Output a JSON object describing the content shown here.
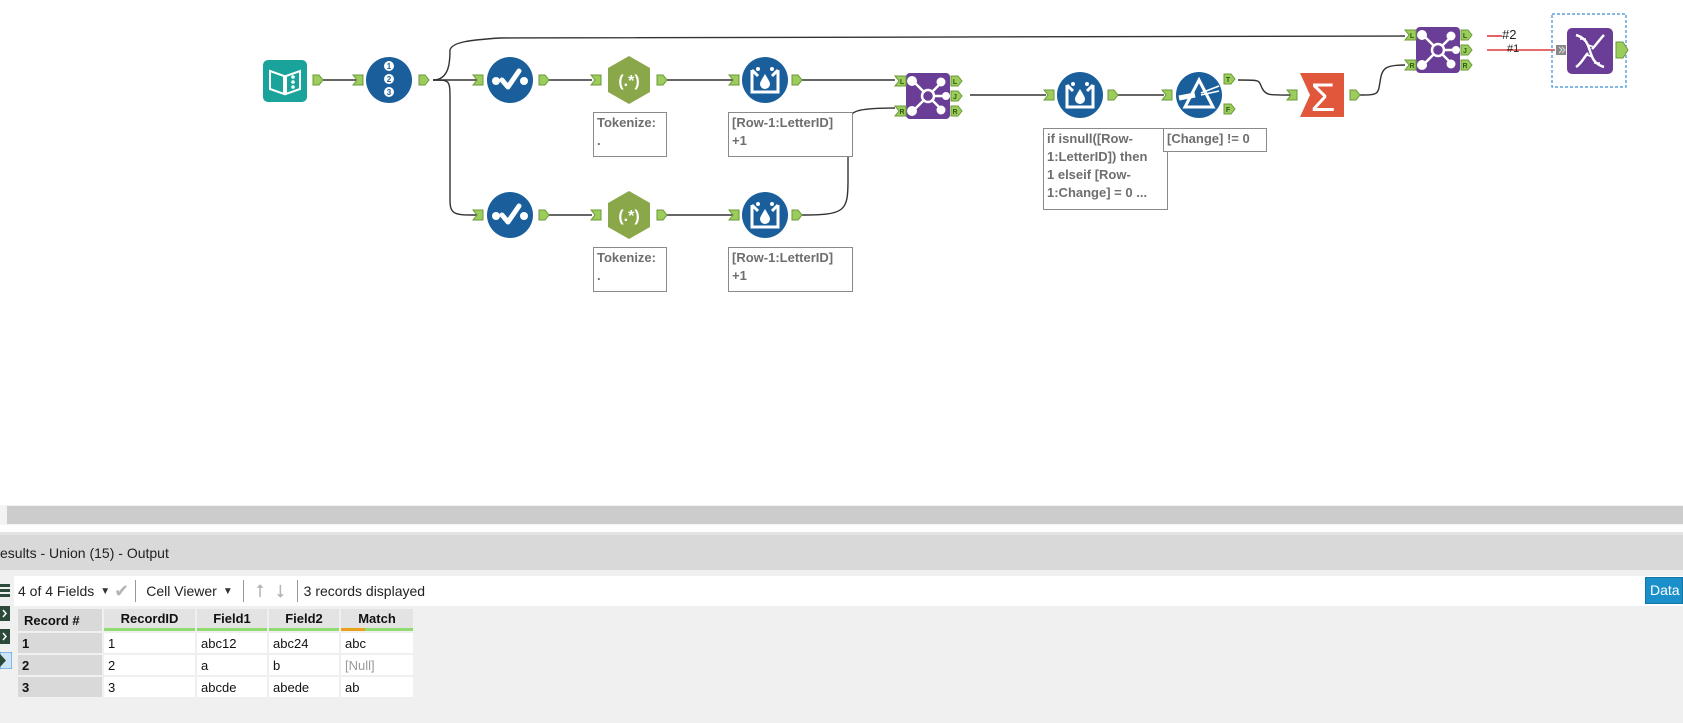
{
  "canvas": {
    "tools": [
      {
        "id": "input",
        "name": "Input Data",
        "icon": "book-icon",
        "color": "#1aa39a"
      },
      {
        "id": "recordid",
        "name": "Record ID",
        "icon": "numbered-list-icon",
        "color": "#1a5f9c"
      },
      {
        "id": "select-top",
        "name": "Select",
        "icon": "check-icon",
        "color": "#1a5f9c"
      },
      {
        "id": "select-bottom",
        "name": "Select",
        "icon": "check-icon",
        "color": "#1a5f9c"
      },
      {
        "id": "regex-top",
        "name": "RegEx",
        "icon": "regex-icon",
        "glyph": "(.*)",
        "color": "#8aa84a"
      },
      {
        "id": "regex-bottom",
        "name": "RegEx",
        "icon": "regex-icon",
        "glyph": "(.*)",
        "color": "#8aa84a"
      },
      {
        "id": "multirow-top",
        "name": "Multi-Row Formula",
        "icon": "multirow-icon",
        "color": "#1a5f9c"
      },
      {
        "id": "multirow-bottom",
        "name": "Multi-Row Formula",
        "icon": "multirow-icon",
        "color": "#1a5f9c"
      },
      {
        "id": "join-1",
        "name": "Join",
        "icon": "join-icon",
        "color": "#6a3d96"
      },
      {
        "id": "multirow-mid",
        "name": "Multi-Row Formula",
        "icon": "multirow-icon",
        "color": "#1a5f9c"
      },
      {
        "id": "filter",
        "name": "Filter",
        "icon": "filter-prism-icon",
        "color": "#1a5f9c"
      },
      {
        "id": "summarize",
        "name": "Summarize",
        "icon": "sigma-icon",
        "glyph": "Σ",
        "color": "#e0573b"
      },
      {
        "id": "join-2",
        "name": "Join",
        "icon": "join-icon",
        "color": "#6a3d96"
      },
      {
        "id": "union",
        "name": "Union",
        "icon": "dna-icon",
        "color": "#6a3d96"
      }
    ],
    "annotations": {
      "regex_top": "Tokenize:\n.",
      "regex_bottom": "Tokenize:\n.",
      "multirow_top": "[Row-1:LetterID]\n+1",
      "multirow_bottom": "[Row-1:LetterID]\n+1",
      "multirow_mid": "if isnull([Row-\n1:LetterID]) then\n1 elseif [Row-\n1:Change] = 0 ...",
      "filter": "[Change] != 0"
    },
    "anchors": {
      "join_in_left": "L",
      "join_in_right": "R",
      "join_out_left": "L",
      "join_out_join": "J",
      "join_out_right": "R",
      "filter_true": "T",
      "filter_false": "F"
    },
    "connection_labels": {
      "first": "#2",
      "second": "#1"
    }
  },
  "results": {
    "title": "esults - Union (15) - Output",
    "toolbar": {
      "fields_label": "4 of 4 Fields",
      "viewer_label": "Cell Viewer",
      "records_label": "3 records displayed",
      "data_button": "Data"
    },
    "columns": [
      "Record #",
      "RecordID",
      "Field1",
      "Field2",
      "Match"
    ],
    "rows": [
      {
        "record": "1",
        "RecordID": "1",
        "Field1": "abc12",
        "Field2": "abc24",
        "Match": "abc"
      },
      {
        "record": "2",
        "RecordID": "2",
        "Field1": "a",
        "Field2": "b",
        "Match": "[Null]"
      },
      {
        "record": "3",
        "RecordID": "3",
        "Field1": "abcde",
        "Field2": "abede",
        "Match": "ab"
      }
    ]
  }
}
